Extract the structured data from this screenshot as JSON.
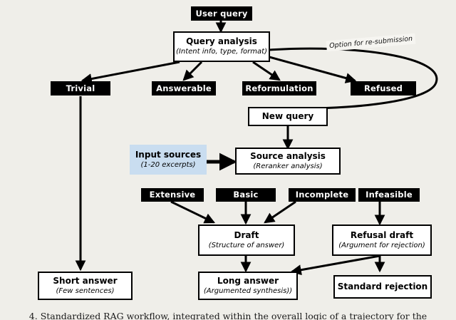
{
  "figure": {
    "background_color": "#efeee9",
    "ink_color": "#000000",
    "accent_color": "#c9ddf0",
    "caption": "4. Standardized RAG workflow, integrated within the overall logic of a trajectory for the"
  },
  "annotations": [
    {
      "id": "resubmission",
      "text": "Option for re-submission"
    }
  ],
  "nodes": {
    "user_query": {
      "title": "User query",
      "subtitle": "",
      "style": "black"
    },
    "query_analysis": {
      "title": "Query analysis",
      "subtitle": "(Intent info, type, format)",
      "style": "white"
    },
    "trivial": {
      "title": "Trivial",
      "subtitle": "",
      "style": "black"
    },
    "answerable": {
      "title": "Answerable",
      "subtitle": "",
      "style": "black"
    },
    "reformulation": {
      "title": "Reformulation",
      "subtitle": "",
      "style": "black"
    },
    "refused": {
      "title": "Refused",
      "subtitle": "",
      "style": "black"
    },
    "new_query": {
      "title": "New query",
      "subtitle": "",
      "style": "white"
    },
    "input_sources": {
      "title": "Input sources",
      "subtitle": "(1-20 excerpts)",
      "style": "blue"
    },
    "source_analysis": {
      "title": "Source analysis",
      "subtitle": "(Reranker analysis)",
      "style": "white"
    },
    "extensive": {
      "title": "Extensive",
      "subtitle": "",
      "style": "black"
    },
    "basic": {
      "title": "Basic",
      "subtitle": "",
      "style": "black"
    },
    "incomplete": {
      "title": "Incomplete",
      "subtitle": "",
      "style": "black"
    },
    "infeasible": {
      "title": "Infeasible",
      "subtitle": "",
      "style": "black"
    },
    "draft": {
      "title": "Draft",
      "subtitle": "(Structure of answer)",
      "style": "white"
    },
    "refusal_draft": {
      "title": "Refusal draft",
      "subtitle": "(Argument for rejection)",
      "style": "white"
    },
    "short_answer": {
      "title": "Short answer",
      "subtitle": "(Few sentences)",
      "style": "white"
    },
    "long_answer": {
      "title": "Long answer",
      "subtitle": "(Argumented synthesis))",
      "style": "white"
    },
    "standard_rejection": {
      "title": "Standard rejection",
      "subtitle": "",
      "style": "white"
    }
  },
  "edges": [
    {
      "from": "user_query",
      "to": "query_analysis",
      "kind": "arrow-down"
    },
    {
      "from": "query_analysis",
      "to": "trivial",
      "kind": "arrow-diagonal"
    },
    {
      "from": "query_analysis",
      "to": "answerable",
      "kind": "arrow-diagonal"
    },
    {
      "from": "query_analysis",
      "to": "reformulation",
      "kind": "arrow-diagonal"
    },
    {
      "from": "query_analysis",
      "to": "refused",
      "kind": "arrow-diagonal"
    },
    {
      "from": "query_analysis",
      "to": "new_query",
      "kind": "curve-loop",
      "label": "Option for re-submission"
    },
    {
      "from": "trivial",
      "to": "short_answer",
      "kind": "arrow-down"
    },
    {
      "from": "answerable",
      "to": "source_analysis",
      "kind": "arrow-down"
    },
    {
      "from": "new_query",
      "to": "source_analysis",
      "kind": "arrow-down"
    },
    {
      "from": "input_sources",
      "to": "source_analysis",
      "kind": "arrow-right"
    },
    {
      "from": "extensive",
      "to": "draft",
      "kind": "arrow-diagonal"
    },
    {
      "from": "basic",
      "to": "draft",
      "kind": "arrow-down"
    },
    {
      "from": "incomplete",
      "to": "draft",
      "kind": "arrow-diagonal"
    },
    {
      "from": "infeasible",
      "to": "refusal_draft",
      "kind": "arrow-down"
    },
    {
      "from": "draft",
      "to": "long_answer",
      "kind": "arrow-down"
    },
    {
      "from": "refusal_draft",
      "to": "long_answer",
      "kind": "arrow-diagonal"
    },
    {
      "from": "refusal_draft",
      "to": "standard_rejection",
      "kind": "arrow-down"
    }
  ]
}
